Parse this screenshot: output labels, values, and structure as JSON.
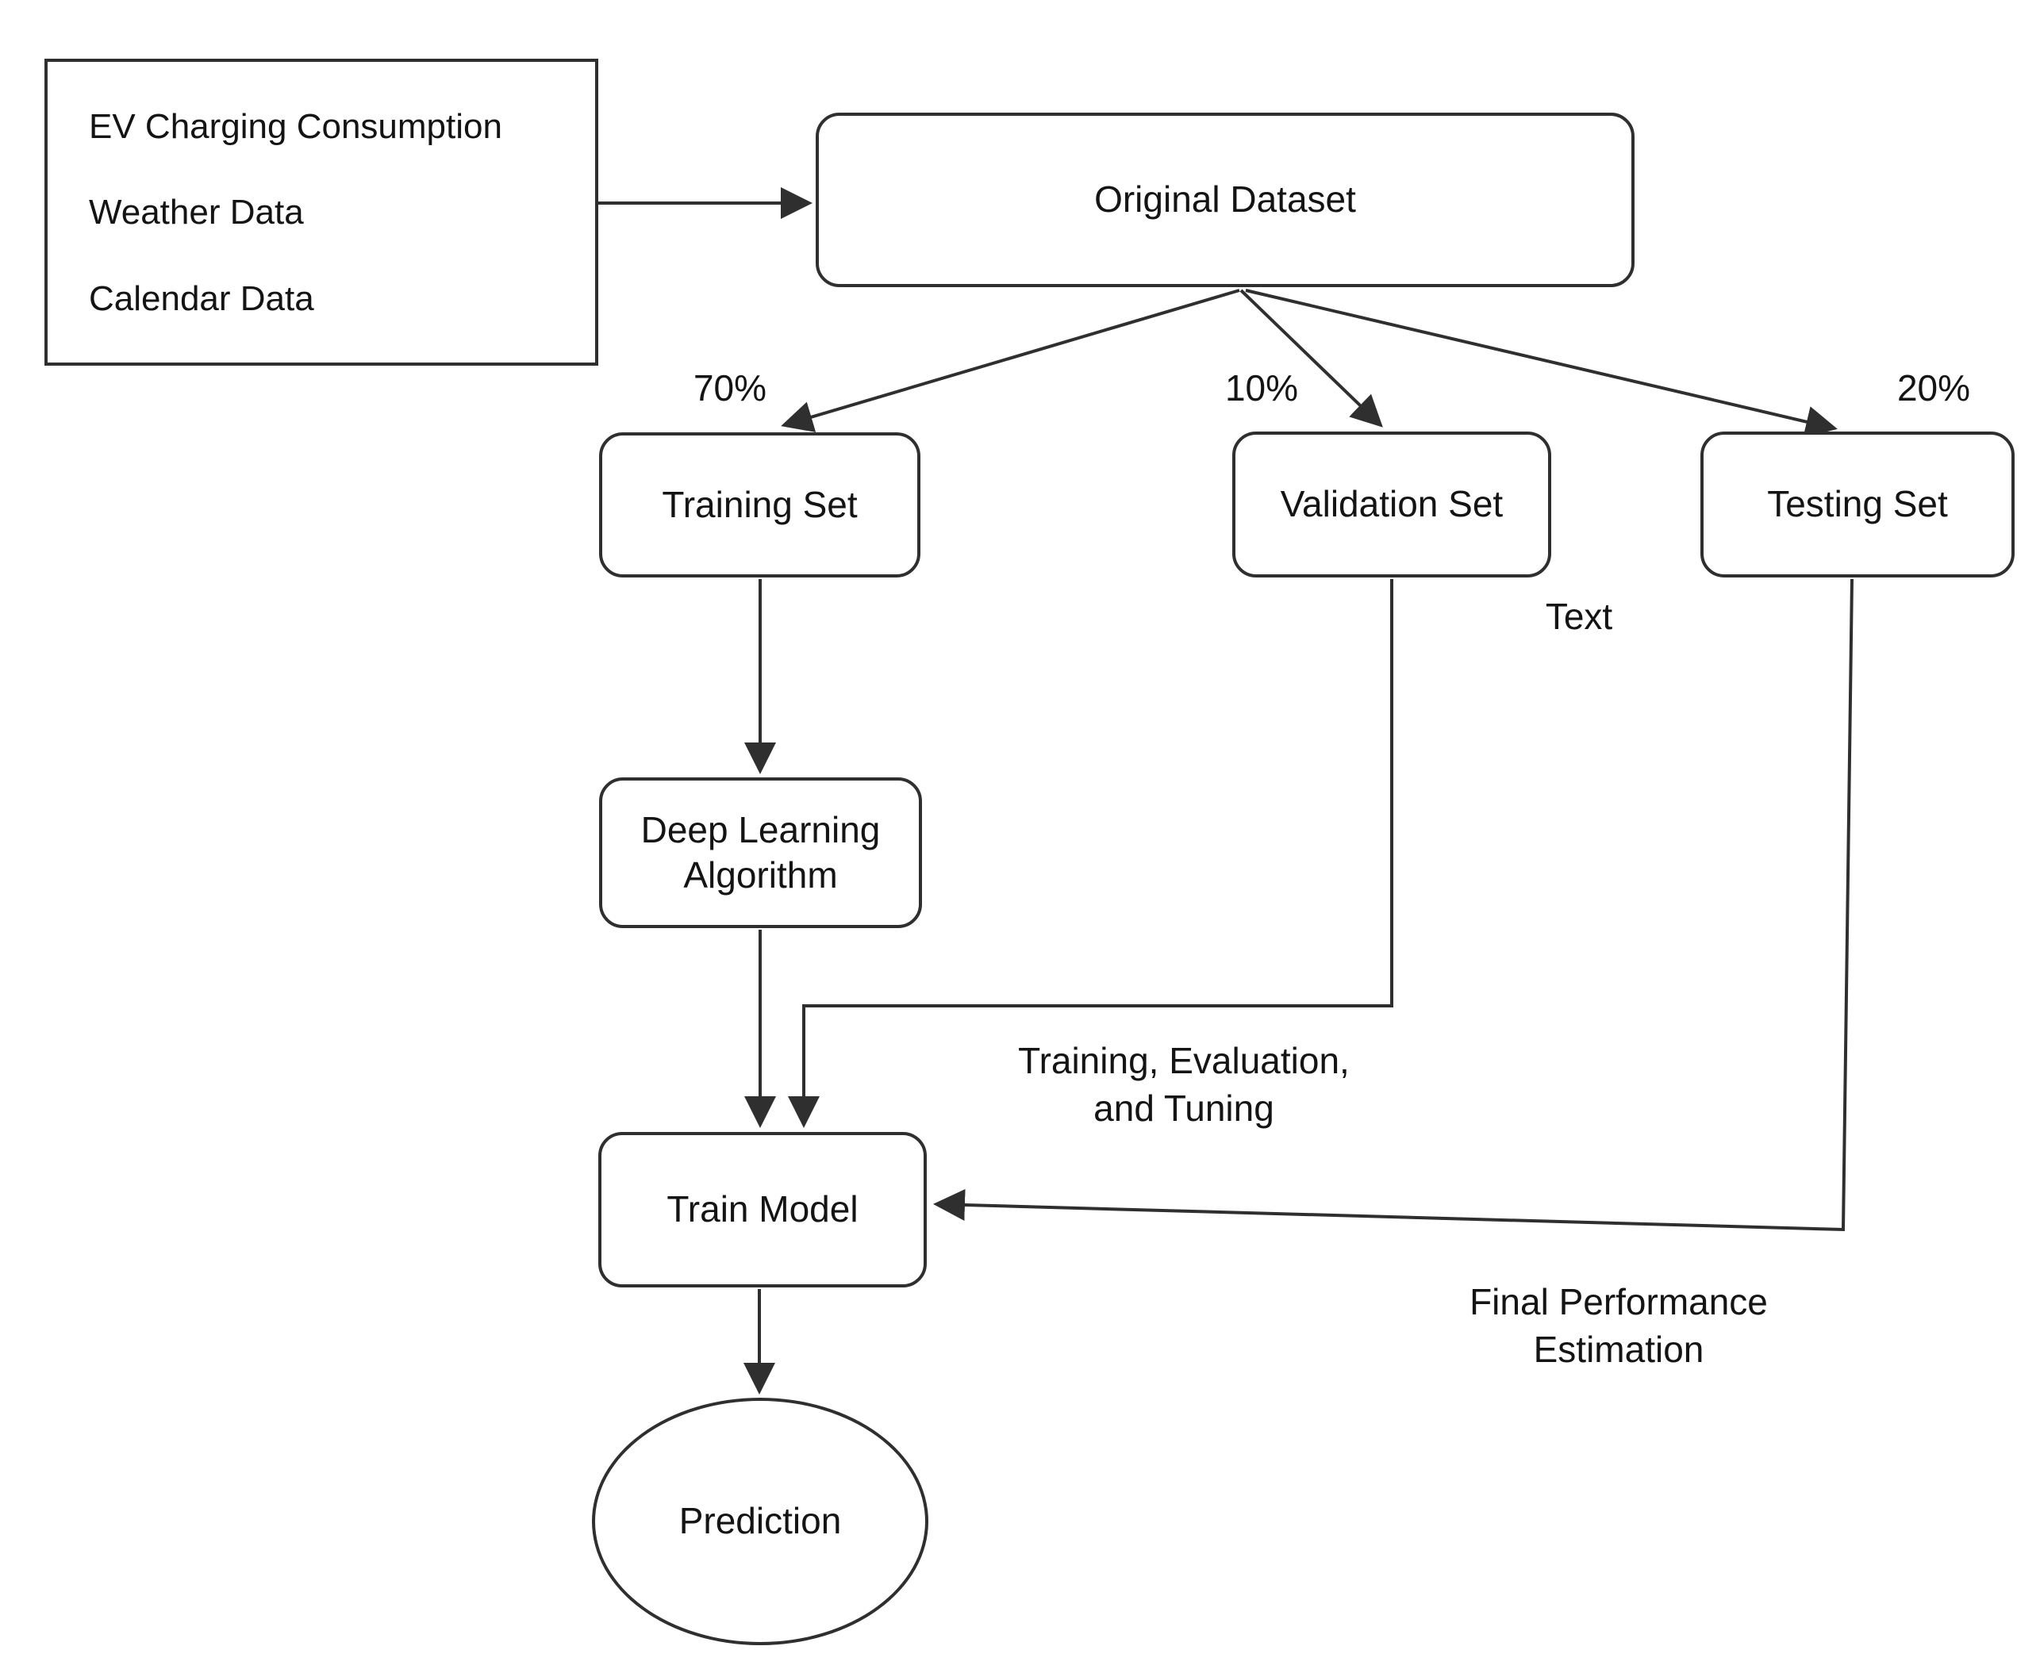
{
  "diagram": {
    "title_none": "",
    "source_box": {
      "lines": [
        "EV Charging Consumption",
        "Weather Data",
        "Calendar Data"
      ]
    },
    "nodes": {
      "original_dataset": "Original Dataset",
      "training_set": "Training Set",
      "validation_set": "Validation Set",
      "testing_set": "Testing Set",
      "deep_learning_algorithm": "Deep Learning Algorithm",
      "train_model": "Train Model",
      "prediction": "Prediction"
    },
    "edge_labels": {
      "training_split_pct": "70%",
      "validation_split_pct": "10%",
      "testing_split_pct": "20%",
      "stray_text": "Text",
      "tuning_note": "Training, Evaluation, and Tuning",
      "final_performance_note": "Final Performance Estimation"
    },
    "colors": {
      "stroke": "#2f2f2f",
      "background": "#ffffff",
      "text": "#141414"
    }
  }
}
